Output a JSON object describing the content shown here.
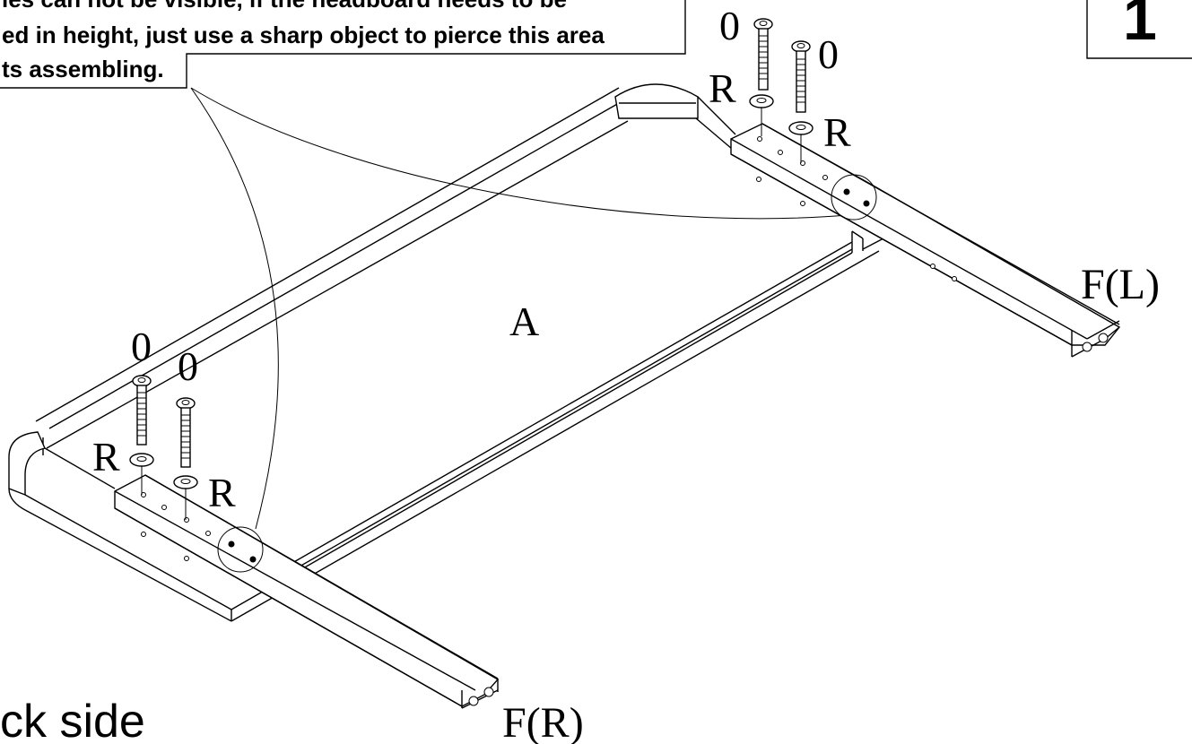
{
  "note": {
    "lines": [
      "les can not be visible, if the headboard needs to be",
      "ed in height, just use a sharp object to pierce this area",
      "ts assembling."
    ]
  },
  "step": {
    "number": "1"
  },
  "side_label": "ck side",
  "parts": {
    "frame": "A",
    "leg_left": "F(L)",
    "leg_right": "F(R)",
    "bolt": "0",
    "washer": "R"
  }
}
